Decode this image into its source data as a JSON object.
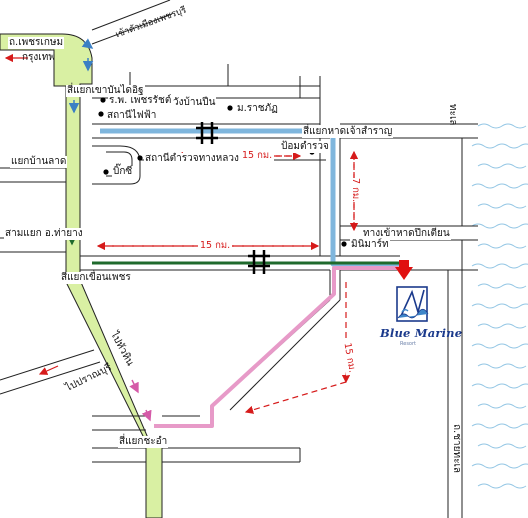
{
  "roads": {
    "phetkasem_road": "ถ.เพชรเกษม",
    "to_bangkok": "กรุงเทพ",
    "to_phetchaburi": "เข้าตัวเมืองเพชรบุรี",
    "to_pranburi": "ไปปราณบุรี",
    "to_hua_hin": "ไปหัวหิน",
    "beach_road": "ถ.ชายทะเล"
  },
  "intersections": {
    "khao_bandai_it": "สี่แยกเขาบันไดอิฐ",
    "ban_lat": "แยกบ้านลาด",
    "tha_yang": "สามแยก อ.ท่ายาง",
    "kuen_phet": "สี่แยกเขื่อนเพชร",
    "cha_am": "สี่แยกชะอำ",
    "hat_chao_samran": "สี่แยกหาดเจ้าสำราญ"
  },
  "landmarks": {
    "hospital": "ร.พ. เพชรรัชต์",
    "wang_ban_puen": "วังบ้านปืน",
    "power_station": "สถานีไฟฟ้า",
    "rajabhat": "ม.ราชภัฏ",
    "police_station": "สถานีตำรวจทางหลวง",
    "big_c": "บิ๊กซี",
    "police_box": "ป้อมตำรวจ",
    "puk_tian_beach": "ทางเข้าหาดปึกเตียน",
    "minimart": "มินิมาร์ท",
    "sea": "ทะเล"
  },
  "distances": {
    "d15_top": "15 กม.",
    "d7": "7 กม.",
    "d15_middle": "15 กม.",
    "d15_diagonal": "15 กม."
  },
  "brand": {
    "name": "Blue Marine",
    "sub": "Resort"
  },
  "colors": {
    "phetkasem_fill": "#d9f0a3",
    "route_blue": "#7fb6dd",
    "route_green": "#1f6a2c",
    "route_pink": "#e79ac8",
    "distance_red": "#d61b1b",
    "sea": "#6fb3dc",
    "destination_marker": "#e01010"
  }
}
